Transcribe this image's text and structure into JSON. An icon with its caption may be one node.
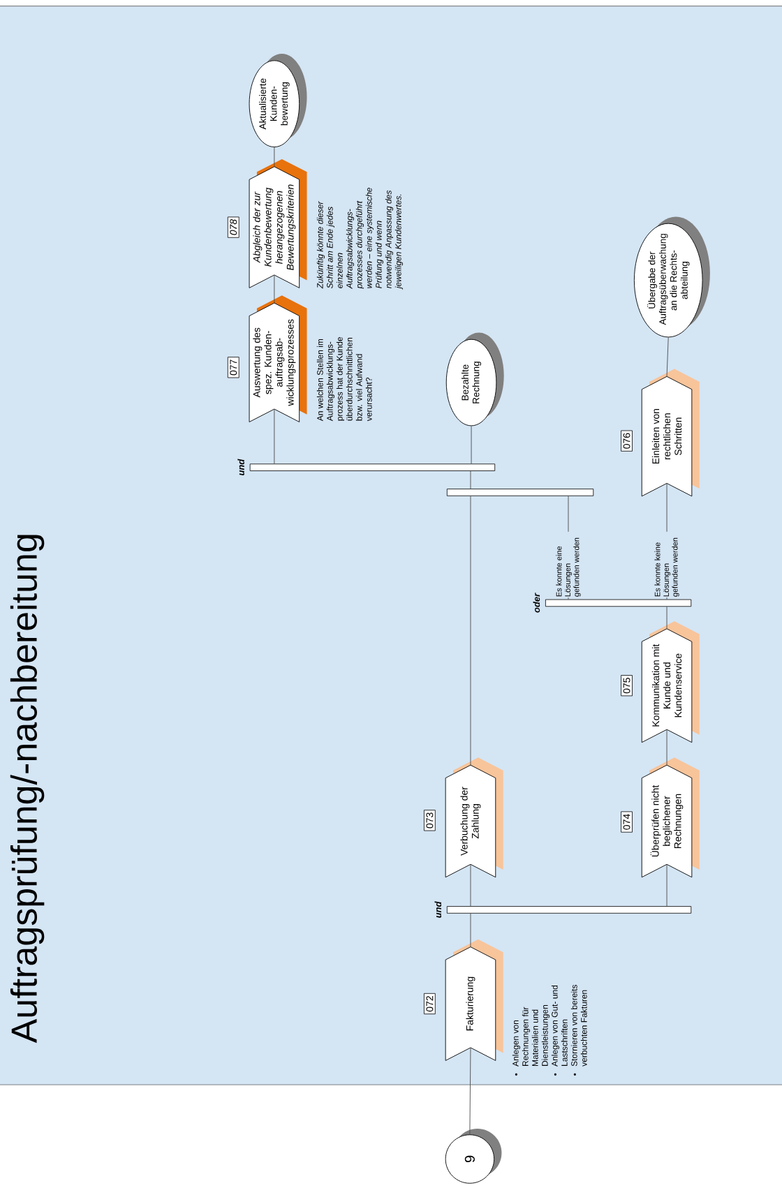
{
  "diagram": {
    "title": "Auftragsprüfung/-nachbereitung",
    "nodes": [
      {
        "text": [
          "9"
        ]
      },
      {
        "text": [
          "Fakturierung"
        ],
        "beside": [
          "072",
          "Anlegen von Rechnungen für Materialien und Dienstleistungen",
          "Anlegen von Gut- und Lastschriften",
          "Stornieren von bereits verbuchten Fakturen"
        ]
      },
      {
        "text": [],
        "shape": "bar",
        "beside": [
          "und"
        ]
      },
      {
        "text": [
          "Verbuchung der Zahlung"
        ],
        "beside": [
          "073"
        ]
      },
      {
        "text": [
          "Überprüfen nicht beglichener Rechnungen"
        ],
        "beside": [
          "074"
        ]
      },
      {
        "text": [
          "Kommunikation mit Kunde und Kundenservice"
        ],
        "beside": [
          "075"
        ]
      },
      {
        "text": [],
        "shape": "bar",
        "beside": [
          "oder"
        ]
      },
      {
        "text": [],
        "shape": "bar"
      },
      {
        "text": [
          "Einleiten von rechtlichen Schritten"
        ],
        "beside": [
          "076"
        ]
      },
      {
        "text": [],
        "shape": "bar",
        "beside": [
          "und"
        ]
      },
      {
        "text": [
          "Bezahlte Rechnung"
        ]
      },
      {
        "text": [
          "Übergabe der Auftragsüberwachung an die Rechts- abteilung"
        ]
      },
      {
        "text": [
          "Auswertung des spez. Kunden- auftragsab- wicklungsprozesses"
        ],
        "beside": [
          "077",
          "An welchen Stellen im Auftragsabwicklungs- prozess hat der Kunde überdurchschnittlichen bzw. viel Aufwand verursacht?"
        ]
      },
      {
        "text": [
          "Abgleich der zur Kundenbewertung herangezogenen Bewertungskriterien"
        ],
        "beside": [
          "078",
          "Zukünftig könnte dieser Schritt am Ende jedes einzelnen Auftragsabwicklungs- prozesses durchgeführt werden – eine systemische Prüfung und wenn notwendig Anpassung des jeweiligen Kundenwertes."
        ]
      },
      {
        "text": [
          "Aktualisierte Kunden- bewertung"
        ]
      }
    ],
    "edges": [
      {
        "from": 0,
        "to": 1,
        "arrow": "none"
      },
      {
        "from": 1,
        "to": 2,
        "arrow": "none"
      },
      {
        "from": 2,
        "to": 3,
        "arrow": "none"
      },
      {
        "from": 2,
        "to": 4,
        "arrow": "none"
      },
      {
        "from": 3,
        "to": 7,
        "arrow": "none"
      },
      {
        "from": 4,
        "to": 5,
        "arrow": "none"
      },
      {
        "from": 5,
        "to": 6,
        "arrow": "none"
      },
      {
        "from": 6,
        "to": 7,
        "arrow": "none",
        "label": "Es konnte eine Lösungen gefunden werden"
      },
      {
        "from": 6,
        "to": 8,
        "arrow": "none",
        "label": "Es konnte keine Lösungen gefunden werden"
      },
      {
        "from": 8,
        "to": 11,
        "arrow": "none"
      },
      {
        "from": 7,
        "to": 9,
        "arrow": "none"
      },
      {
        "from": 9,
        "to": 10,
        "arrow": "none"
      },
      {
        "from": 9,
        "to": 12,
        "arrow": "none"
      },
      {
        "from": 12,
        "to": 13,
        "arrow": "none"
      },
      {
        "from": 13,
        "to": 14,
        "arrow": "none"
      }
    ]
  }
}
